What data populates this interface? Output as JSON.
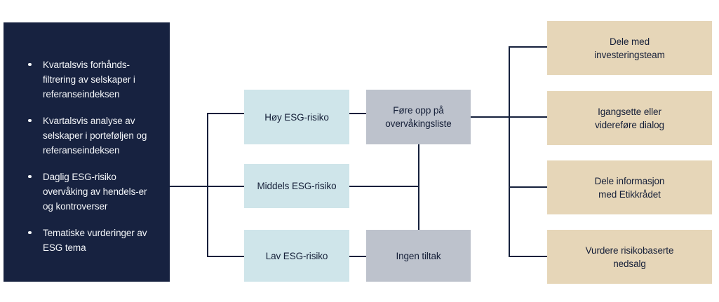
{
  "colors": {
    "navy": "#172240",
    "risk_blue": "#cfe5ea",
    "action_gray": "#bdc2cc",
    "outcome_tan": "#e6d6b8",
    "connector": "#15203c",
    "text_light": "#f4f6f9",
    "text_dark": "#151f38",
    "background": "#ffffff"
  },
  "inputs": {
    "bullets": [
      "Kvartalsvis forhånds-filtrering av selskaper i referanseindeksen",
      "Kvartalsvis analyse av selskaper i porteføljen og referanseindeksen",
      "Daglig ESG-risiko overvåking av hendels-er og kontroverser",
      "Tematiske vurderinger av ESG tema"
    ]
  },
  "risk_levels": [
    {
      "label": "Høy ESG-risiko"
    },
    {
      "label": "Middels ESG-risiko"
    },
    {
      "label": "Lav ESG-risiko"
    }
  ],
  "actions": [
    {
      "label": "Føre opp på\novervåkingsliste"
    },
    {
      "label": "Ingen tiltak"
    }
  ],
  "outcomes": [
    {
      "label": "Dele med\ninvesteringsteam"
    },
    {
      "label": "Igangsette eller\nvidereføre dialog"
    },
    {
      "label": "Dele informasjon\nmed Etikkrådet"
    },
    {
      "label": "Vurdere risikobaserte\nnedsalg"
    }
  ]
}
